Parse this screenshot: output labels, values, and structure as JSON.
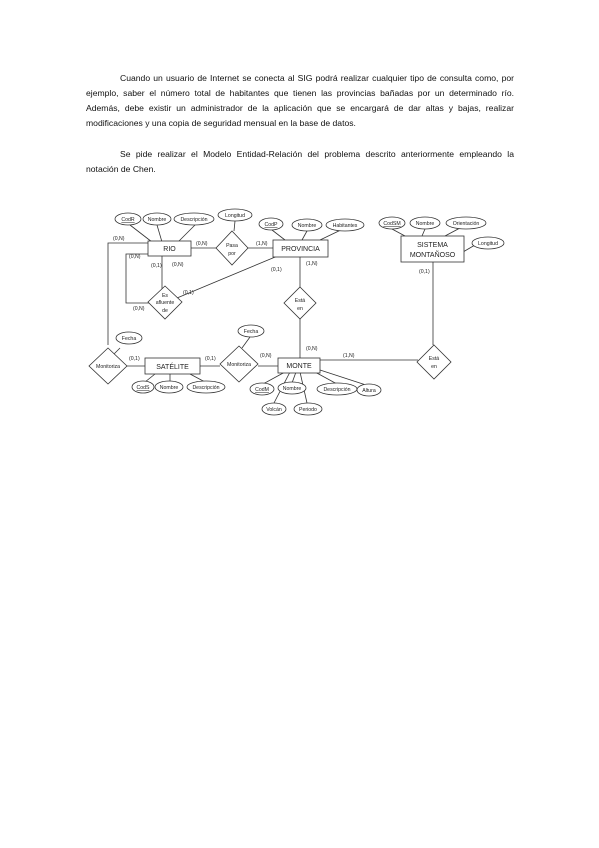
{
  "paragraphs": {
    "p1": "Cuando un usuario de Internet se conecta al SIG podrá realizar cualquier tipo de consulta como, por ejemplo, saber el número total de habitantes que tienen las provincias bañadas por un determinado río. Además, debe existir un administrador de la aplicación que se encargará de dar altas y bajas, realizar modificaciones y una copia de seguridad mensual en la base de datos.",
    "p2": "Se pide realizar el Modelo Entidad-Relación del problema descrito anteriormente empleando la notación de Chen."
  },
  "diagram": {
    "entities": {
      "rio": "RIO",
      "provincia": "PROVINCIA",
      "sistema_1": "SISTEMA",
      "sistema_2": "MONTAÑOSO",
      "satelite": "SATÉLITE",
      "monte": "MONTE"
    },
    "attributes": {
      "rio_codr": "CodR",
      "rio_nombre": "Nombre",
      "rio_descripcion": "Descripción",
      "pasa_longitud": "Longitud",
      "prov_codp": "CodP",
      "prov_nombre": "Nombre",
      "prov_habitantes": "Habitantes",
      "sist_codsm": "CodSM",
      "sist_nombre": "Nombre",
      "sist_orientacion": "Orientación",
      "sist_longitud": "Longitud",
      "mon1_fecha": "Fecha",
      "mon2_fecha": "Fecha",
      "sat_cods": "CodS",
      "sat_nombre": "Nombre",
      "sat_descripcion": "Descripción",
      "monte_codm": "CodM",
      "monte_nombre": "Nombre",
      "monte_descripcion": "Descripción",
      "monte_altura": "Altura",
      "monte_volcan": "Volcán",
      "monte_periodo": "Periodo"
    },
    "relationships": {
      "pasa_1": "Pasa",
      "pasa_2": "por",
      "afl_1": "Es",
      "afl_2": "afluente",
      "afl_3": "de",
      "esta1_1": "Está",
      "esta1_2": "en",
      "esta2_1": "Está",
      "esta2_2": "en",
      "monitoriza_left": "Monitoriza",
      "monitoriza_mid": "Monitoriza"
    },
    "cardinalities": {
      "rio_mon_top": "(0,N)",
      "rio_pasa": "(0,N)",
      "prov_pasa": "(1,N)",
      "rio_afl_left": "(0,N)",
      "rio_afl_a": "(0,1)",
      "rio_afl_b": "(0,N)",
      "afl_right": "(0,1)",
      "afl_bottom": "(0,N)",
      "prov_afl": "(0,1)",
      "prov_esta": "(1,N)",
      "sist_esta": "(0,1)",
      "sat_mon_left": "(0,1)",
      "sat_mon_mid": "(0,1)",
      "monte_mon": "(0,N)",
      "monte_esta_top": "(0,N)",
      "monte_esta_right": "(1,N)"
    }
  }
}
